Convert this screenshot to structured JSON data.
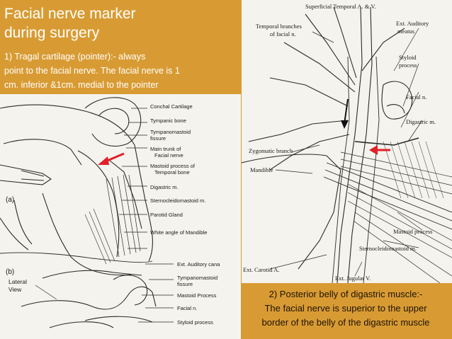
{
  "slide": {
    "title_line1": "Facial nerve marker",
    "title_line2": "during surgery",
    "point1_line1": "1) Tragal cartilage (pointer):- always",
    "point1_line2": "point to the facial nerve. The facial nerve is 1",
    "point1_line3": "cm. inferior &1cm. medial to the pointer",
    "point2_line1": "2) Posterior belly of digastric muscle:-",
    "point2_line2": "The facial nerve is superior to the upper",
    "point2_line3": "border of the belly of the digastric muscle"
  },
  "left_figure": {
    "labels_a": [
      "Conchal Cartilage",
      "Tympanic bone",
      "Tympanomastoid",
      "fissure",
      "Main trunk of",
      "Facial nerve",
      "Mastoid process of",
      "Temporal bone",
      "Digastric m.",
      "Sternocleidomastoid m.",
      "Parotid Gland",
      "White angle of Mandible"
    ],
    "panel_a": "(a)",
    "panel_b": "(b)",
    "lateral_view_1": "Lateral",
    "lateral_view_2": "View",
    "labels_b": [
      "Ext. Auditory cana",
      "Tympanomastoid",
      "fissure",
      "Mastoid Process",
      "Facial n.",
      "Styloid process"
    ]
  },
  "right_figure": {
    "labels": [
      "Superficial Temporal A. & V.",
      "Temporal branches",
      "of facial n.",
      "Ext. Auditory",
      "meatus",
      "Styloid",
      "process",
      "Facial n.",
      "Digastric m.",
      "Zygomatic branch",
      "Mandible",
      "Mastoid process",
      "Sternocleidomastoid m.",
      "Ext. Carotid A.",
      "Ext. Jugular V."
    ]
  },
  "colors": {
    "background": "#d89b33",
    "text_light": "#ffffff",
    "text_dark": "#1e1206",
    "pointer_arrow": "#e0202a",
    "figure_bg": "#f4f3ee"
  }
}
